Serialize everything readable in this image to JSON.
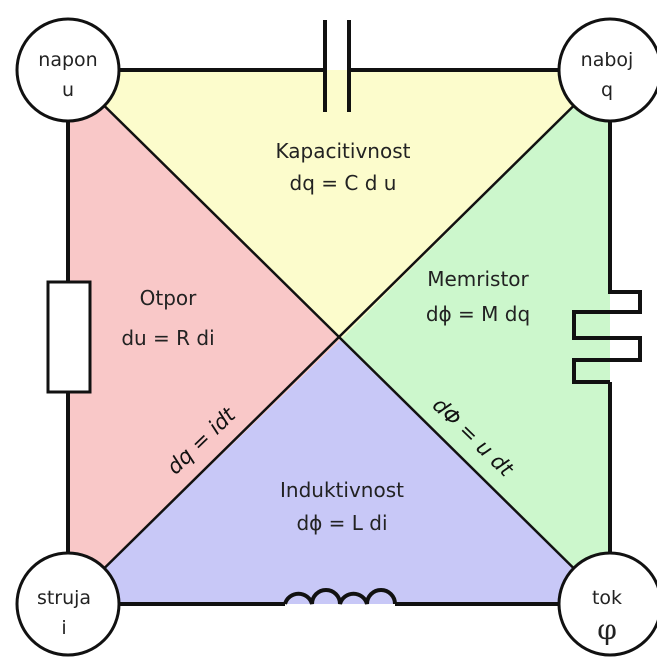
{
  "nodes": {
    "top_left": {
      "name": "napon",
      "symbol": "u"
    },
    "top_right": {
      "name": "naboj",
      "symbol": "q"
    },
    "bottom_left": {
      "name": "struja",
      "symbol": "i"
    },
    "bottom_right": {
      "name": "tok",
      "symbol": "φ"
    }
  },
  "regions": {
    "top": {
      "name": "Kapacitivnost",
      "formula": "dq = C d u",
      "color": "#fcfccc"
    },
    "left": {
      "name": "Otpor",
      "formula": "du = R di",
      "color": "#f9c8c8"
    },
    "right": {
      "name": "Memristor",
      "formula": "dϕ = M dq",
      "color": "#ccf7cc"
    },
    "bottom": {
      "name": "Induktivnost",
      "formula": "dϕ = L di",
      "color": "#c8c8f7"
    }
  },
  "diagonal_relations": {
    "charge": "dq = idt",
    "flux": "dΦ = u dt"
  }
}
